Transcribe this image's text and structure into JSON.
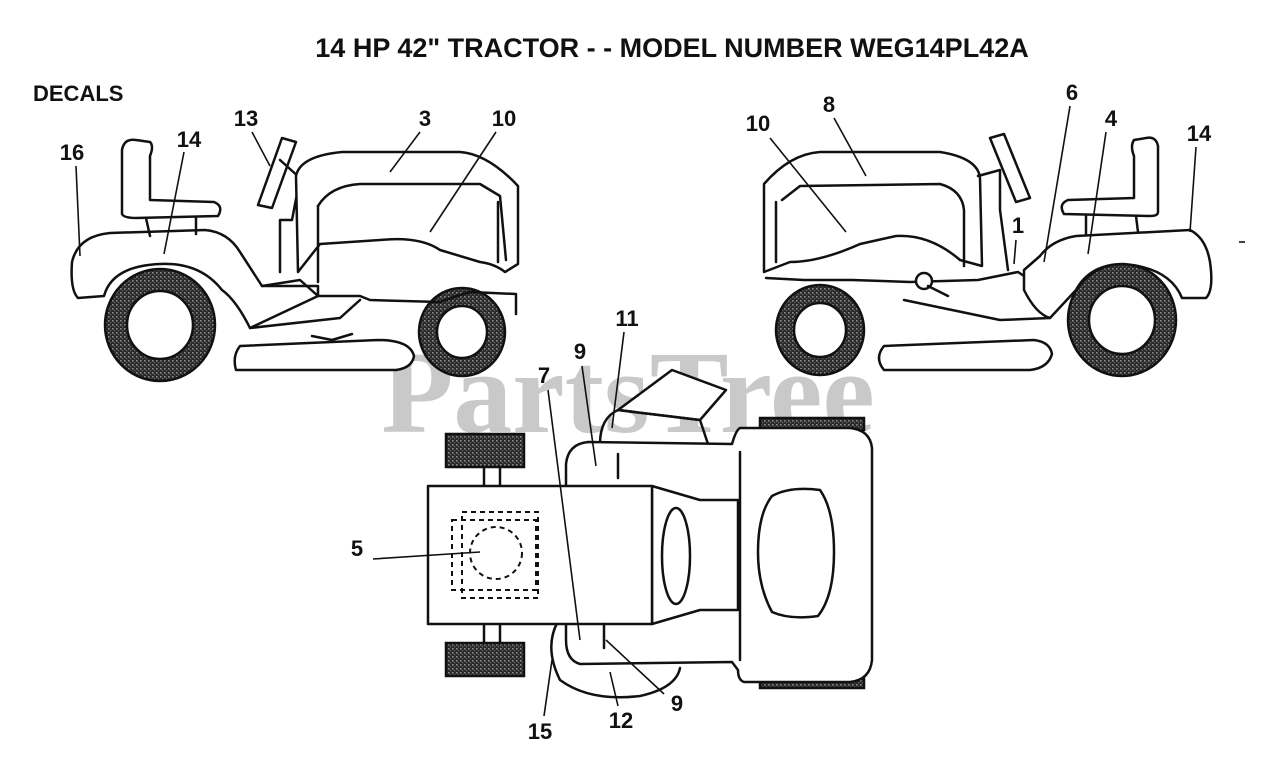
{
  "title": "14 HP 42\" TRACTOR - - MODEL NUMBER WEG14PL42A",
  "section_label": "DECALS",
  "watermark": "PartsTree",
  "callouts": {
    "left_view": [
      "16",
      "14",
      "13",
      "3",
      "10"
    ],
    "right_view": [
      "10",
      "8",
      "6",
      "4",
      "14",
      "1"
    ],
    "top_view": [
      "11",
      "9",
      "7",
      "5",
      "15",
      "12",
      "9"
    ]
  }
}
